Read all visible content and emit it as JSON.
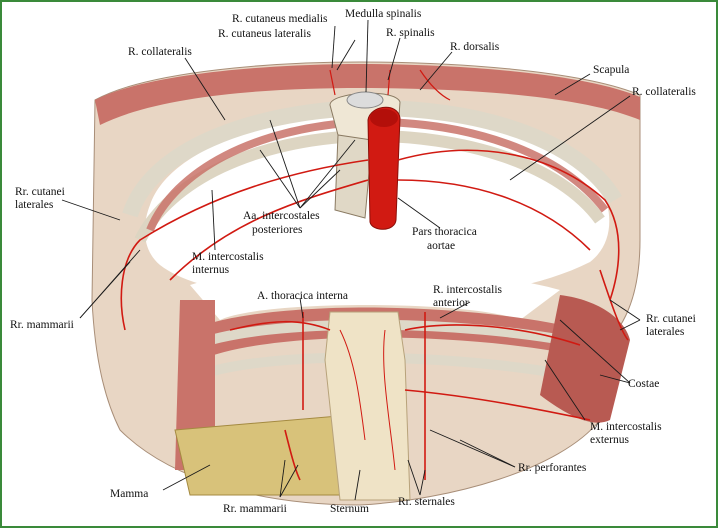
{
  "labels": {
    "cutaneus_medialis": "R. cutaneus medialis",
    "cutaneus_lateralis": "R. cutaneus lateralis",
    "medulla_spinalis": "Medulla spinalis",
    "r_spinalis": "R. spinalis",
    "r_dorsalis": "R. dorsalis",
    "collateralis_left": "R. collateralis",
    "scapula": "Scapula",
    "collateralis_right": "R. collateralis",
    "cutanei_lat_left_1": "Rr. cutanei",
    "cutanei_lat_left_2": "laterales",
    "intercostales_post_1": "Aa. intercostales",
    "intercostales_post_2": "posteriores",
    "pars_thoracica_1": "Pars thoracica",
    "pars_thoracica_2": "aortae",
    "intercostalis_int_1": "M. intercostalis",
    "intercostalis_int_2": "internus",
    "mammarii_left": "Rr. mammarii",
    "thoracica_interna": "A. thoracica interna",
    "intercostalis_ant_1": "R. intercostalis",
    "intercostalis_ant_2": "anterior",
    "cutanei_lat_right_1": "Rr. cutanei",
    "cutanei_lat_right_2": "laterales",
    "costae": "Costae",
    "intercostalis_ext_1": "M. intercostalis",
    "intercostalis_ext_2": "externus",
    "perforantes": "Rr. perforantes",
    "mamma": "Mamma",
    "mammarii_bottom": "Rr. mammarii",
    "sternum": "Sternum",
    "sternales": "Rr. sternales"
  },
  "colors": {
    "border": "#3a8a3a",
    "skin": "#e8d6c4",
    "muscle": "#c9736a",
    "muscle_dark": "#a9463f",
    "rib": "#ded8c8",
    "artery": "#d11a12",
    "bone": "#efe3c6",
    "fat": "#d8c27a"
  }
}
